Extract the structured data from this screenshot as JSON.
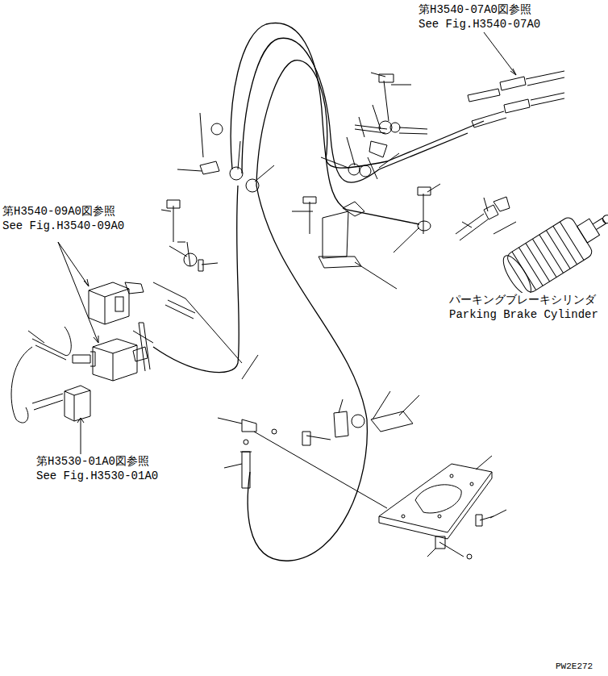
{
  "diagram": {
    "labels": [
      "第H3540-07A0図参照",
      "See Fig.H3540-07A0",
      "第H3540-09A0図参照",
      "See Fig.H3540-09A0",
      "パーキングブレーキシリンダ",
      "Parking Brake Cylinder",
      "第H3530-01A0図参照",
      "See Fig.H3530-01A0",
      "PW2E272"
    ]
  }
}
